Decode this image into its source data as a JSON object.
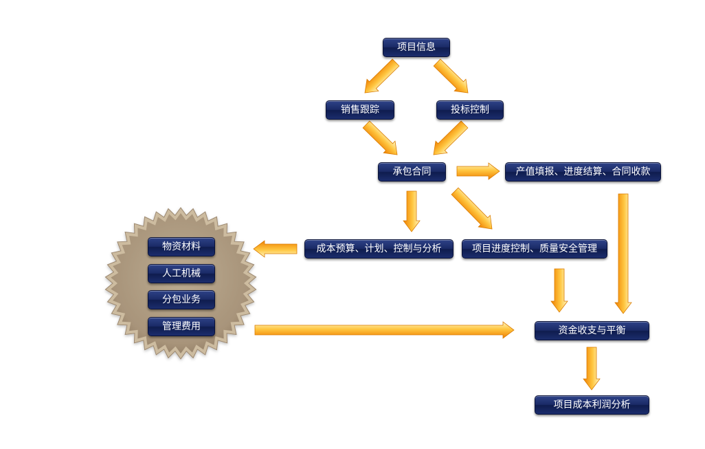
{
  "nodes": {
    "project_info": "项目信息",
    "sales_tracking": "销售跟踪",
    "bid_control": "投标控制",
    "contract": "承包合同",
    "output_progress_collection": "产值填报、进度结算、合同收款",
    "cost_budget": "成本预算、计划、控制与分析",
    "progress_quality_safety": "项目进度控制、质量安全管理",
    "fund_balance": "资金收支与平衡",
    "profit_analysis": "项目成本利润分析"
  },
  "cost_items": [
    "物资材料",
    "人工机械",
    "分包业务",
    "管理费用"
  ],
  "colors": {
    "node_fill": "#1a2a66",
    "arrow_light": "#fff3b0",
    "arrow_dark": "#f08a00",
    "seal_fill": "#b19e82",
    "seal_edge": "#c8b699"
  }
}
